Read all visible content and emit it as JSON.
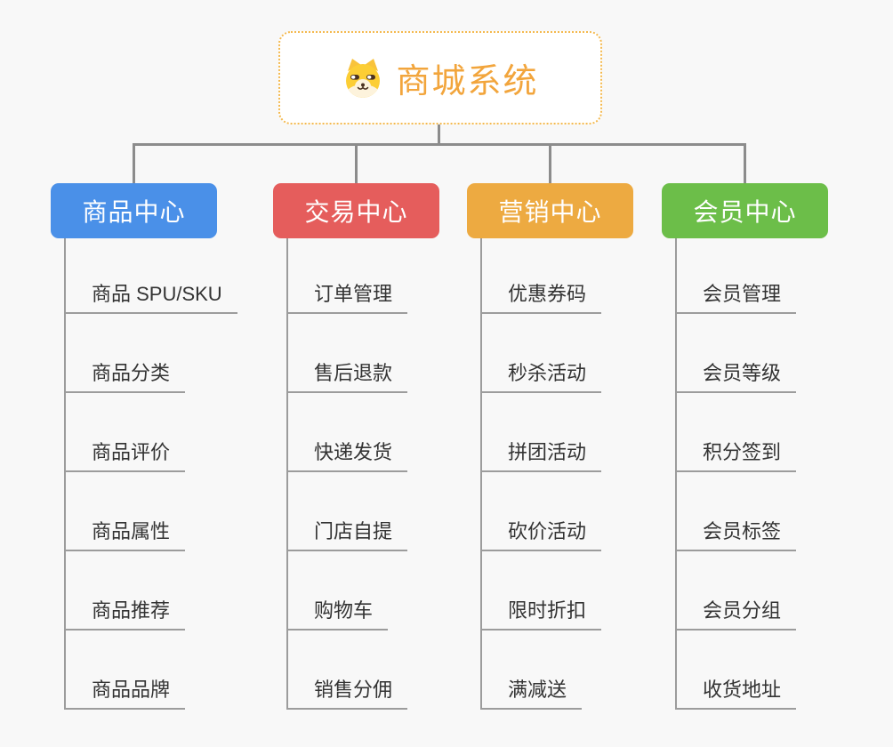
{
  "root": {
    "title": "商城系统",
    "icon": "dog-face-icon",
    "title_color": "#f2a53c",
    "border_color": "#f4b94e"
  },
  "connector_color": "#8c8c8c",
  "branches": [
    {
      "label": "商品中心",
      "color": "#4a90e8",
      "children": [
        "商品 SPU/SKU",
        "商品分类",
        "商品评价",
        "商品属性",
        "商品推荐",
        "商品品牌"
      ]
    },
    {
      "label": "交易中心",
      "color": "#e55d5c",
      "children": [
        "订单管理",
        "售后退款",
        "快递发货",
        "门店自提",
        "购物车",
        "销售分佣"
      ]
    },
    {
      "label": "营销中心",
      "color": "#edaa41",
      "children": [
        "优惠券码",
        "秒杀活动",
        "拼团活动",
        "砍价活动",
        "限时折扣",
        "满减送"
      ]
    },
    {
      "label": "会员中心",
      "color": "#6cbe49",
      "children": [
        "会员管理",
        "会员等级",
        "积分签到",
        "会员标签",
        "会员分组",
        "收货地址"
      ]
    }
  ]
}
